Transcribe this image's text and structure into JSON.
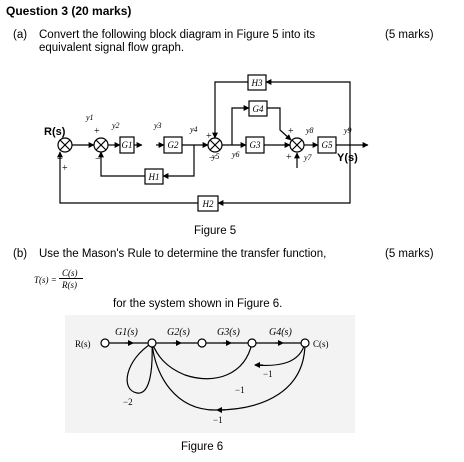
{
  "question": {
    "title": "Question 3 (20 marks)"
  },
  "part_a": {
    "label": "(a)",
    "line1": "Convert the following block diagram in Figure 5 into its",
    "line2": "equivalent signal flow graph.",
    "marks": "(5 marks)"
  },
  "figure5": {
    "caption": "Figure 5",
    "input": "R(s)",
    "output": "Y(s)",
    "blocks": {
      "g1": "G1",
      "g2": "G2",
      "g3": "G3",
      "g4": "G4",
      "g5": "G5",
      "h1": "H1",
      "h2": "H2",
      "h3": "H3"
    },
    "signals": {
      "y1": "y1",
      "y2": "y2",
      "y3": "y3",
      "y4": "y4",
      "y5": "y5",
      "y6": "y6",
      "y7": "y7",
      "y8": "y8",
      "y9": "y9"
    },
    "signs": {
      "plus": "+",
      "minus": "−"
    }
  },
  "part_b": {
    "label": "(b)",
    "line1": "Use the Mason's Rule to determine the transfer function,",
    "marks": "(5 marks)",
    "tf_lhs": "T(s) =",
    "tf_num": "C(s)",
    "tf_den": "R(s)",
    "line2": "for the system shown in Figure 6."
  },
  "figure6": {
    "caption": "Figure 6",
    "input": "R(s)",
    "output": "C(s)",
    "gains": {
      "g1": "G1(s)",
      "g2": "G2(s)",
      "g3": "G3(s)",
      "g4": "G4(s)"
    },
    "loops": {
      "a": "−2",
      "b": "−1",
      "c": "−1",
      "d": "−1"
    }
  }
}
